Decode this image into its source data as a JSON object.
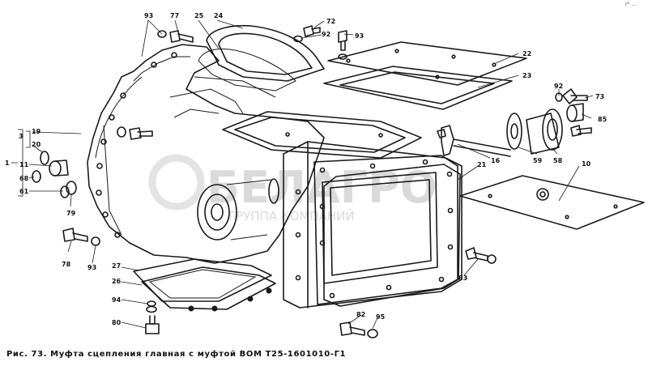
{
  "caption": "Рис. 73. Муфта сцепления главная с муфтой ВОМ Т25-1601010-Г1",
  "watermark": {
    "brand": "БЕЛАГРО",
    "subtitle": "ГРУППА КОМПАНИЙ"
  },
  "corner_mark": "r° ...",
  "callouts": [
    "93",
    "77",
    "25",
    "24",
    "72",
    "92",
    "93",
    "22",
    "23",
    "92",
    "73",
    "85",
    "10",
    "58",
    "59",
    "16",
    "21",
    "19",
    "20",
    "3",
    "1",
    "11",
    "68",
    "61",
    "79",
    "78",
    "93",
    "27",
    "26",
    "94",
    "80",
    "82",
    "95",
    "83"
  ]
}
